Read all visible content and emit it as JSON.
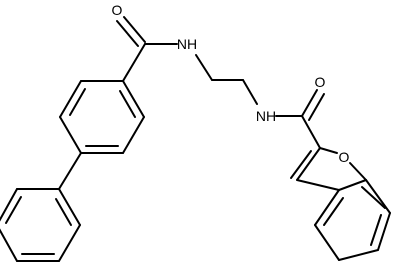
{
  "atom_labels": {
    "o_amide_left": "O",
    "nh_left": "NH",
    "nh_right": "NH",
    "o_amide_right": "O",
    "o_ring": "O"
  },
  "colors": {
    "bond": "#000000",
    "background": "#ffffff"
  }
}
